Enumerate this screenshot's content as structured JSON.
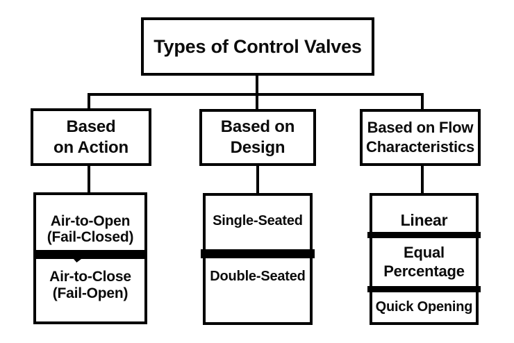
{
  "colors": {
    "background": "#ffffff",
    "line": "#000000",
    "text": "#0b0b0b"
  },
  "root_label": "Types of Control Valves",
  "branches": [
    {
      "title_line1": "Based",
      "title_line2": "on Action",
      "items": [
        {
          "line1": "Air-to-Open",
          "line2": "(Fail-Closed)"
        },
        {
          "line1": "Air-to-Close",
          "line2": "(Fail-Open)"
        }
      ]
    },
    {
      "title_line1": "Based on",
      "title_line2": "Design",
      "items": [
        {
          "line1": "Single-Seated"
        },
        {
          "line1": "Double-Seated"
        }
      ]
    },
    {
      "title_line1": "Based on Flow",
      "title_line2": "Characteristics",
      "items": [
        {
          "line1": "Linear"
        },
        {
          "line1": "Equal",
          "line2": "Percentage"
        },
        {
          "line1": "Quick Opening"
        }
      ]
    }
  ]
}
